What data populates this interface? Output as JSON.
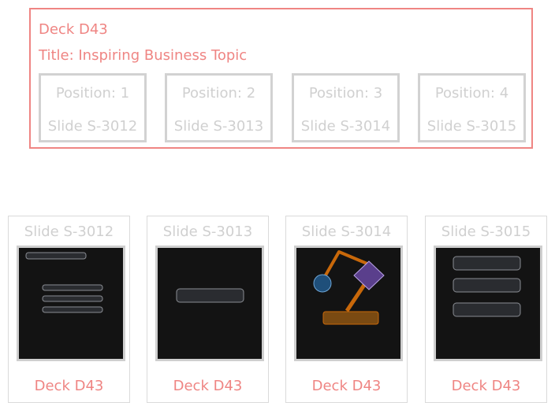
{
  "deck": {
    "name": "Deck D43",
    "title": "Title: Inspiring Business Topic",
    "positions": [
      {
        "position": "Position: 1",
        "slide": "Slide S-3012"
      },
      {
        "position": "Position: 2",
        "slide": "Slide S-3013"
      },
      {
        "position": "Position: 3",
        "slide": "Slide S-3014"
      },
      {
        "position": "Position: 4",
        "slide": "Slide S-3015"
      }
    ]
  },
  "slides": [
    {
      "label": "Slide S-3012",
      "deck": "Deck D43"
    },
    {
      "label": "Slide S-3013",
      "deck": "Deck D43"
    },
    {
      "label": "Slide S-3014",
      "deck": "Deck D43"
    },
    {
      "label": "Slide S-3015",
      "deck": "Deck D43"
    }
  ],
  "colors": {
    "accent": "#ef8583",
    "muted_text": "#d0d0d0",
    "thumbnail_bg": "#131313",
    "connector": "#c8680a",
    "circle_fill": "#1f4f7a",
    "diamond_fill": "#5a3f8c",
    "bar_fill": "#7a4a12"
  }
}
